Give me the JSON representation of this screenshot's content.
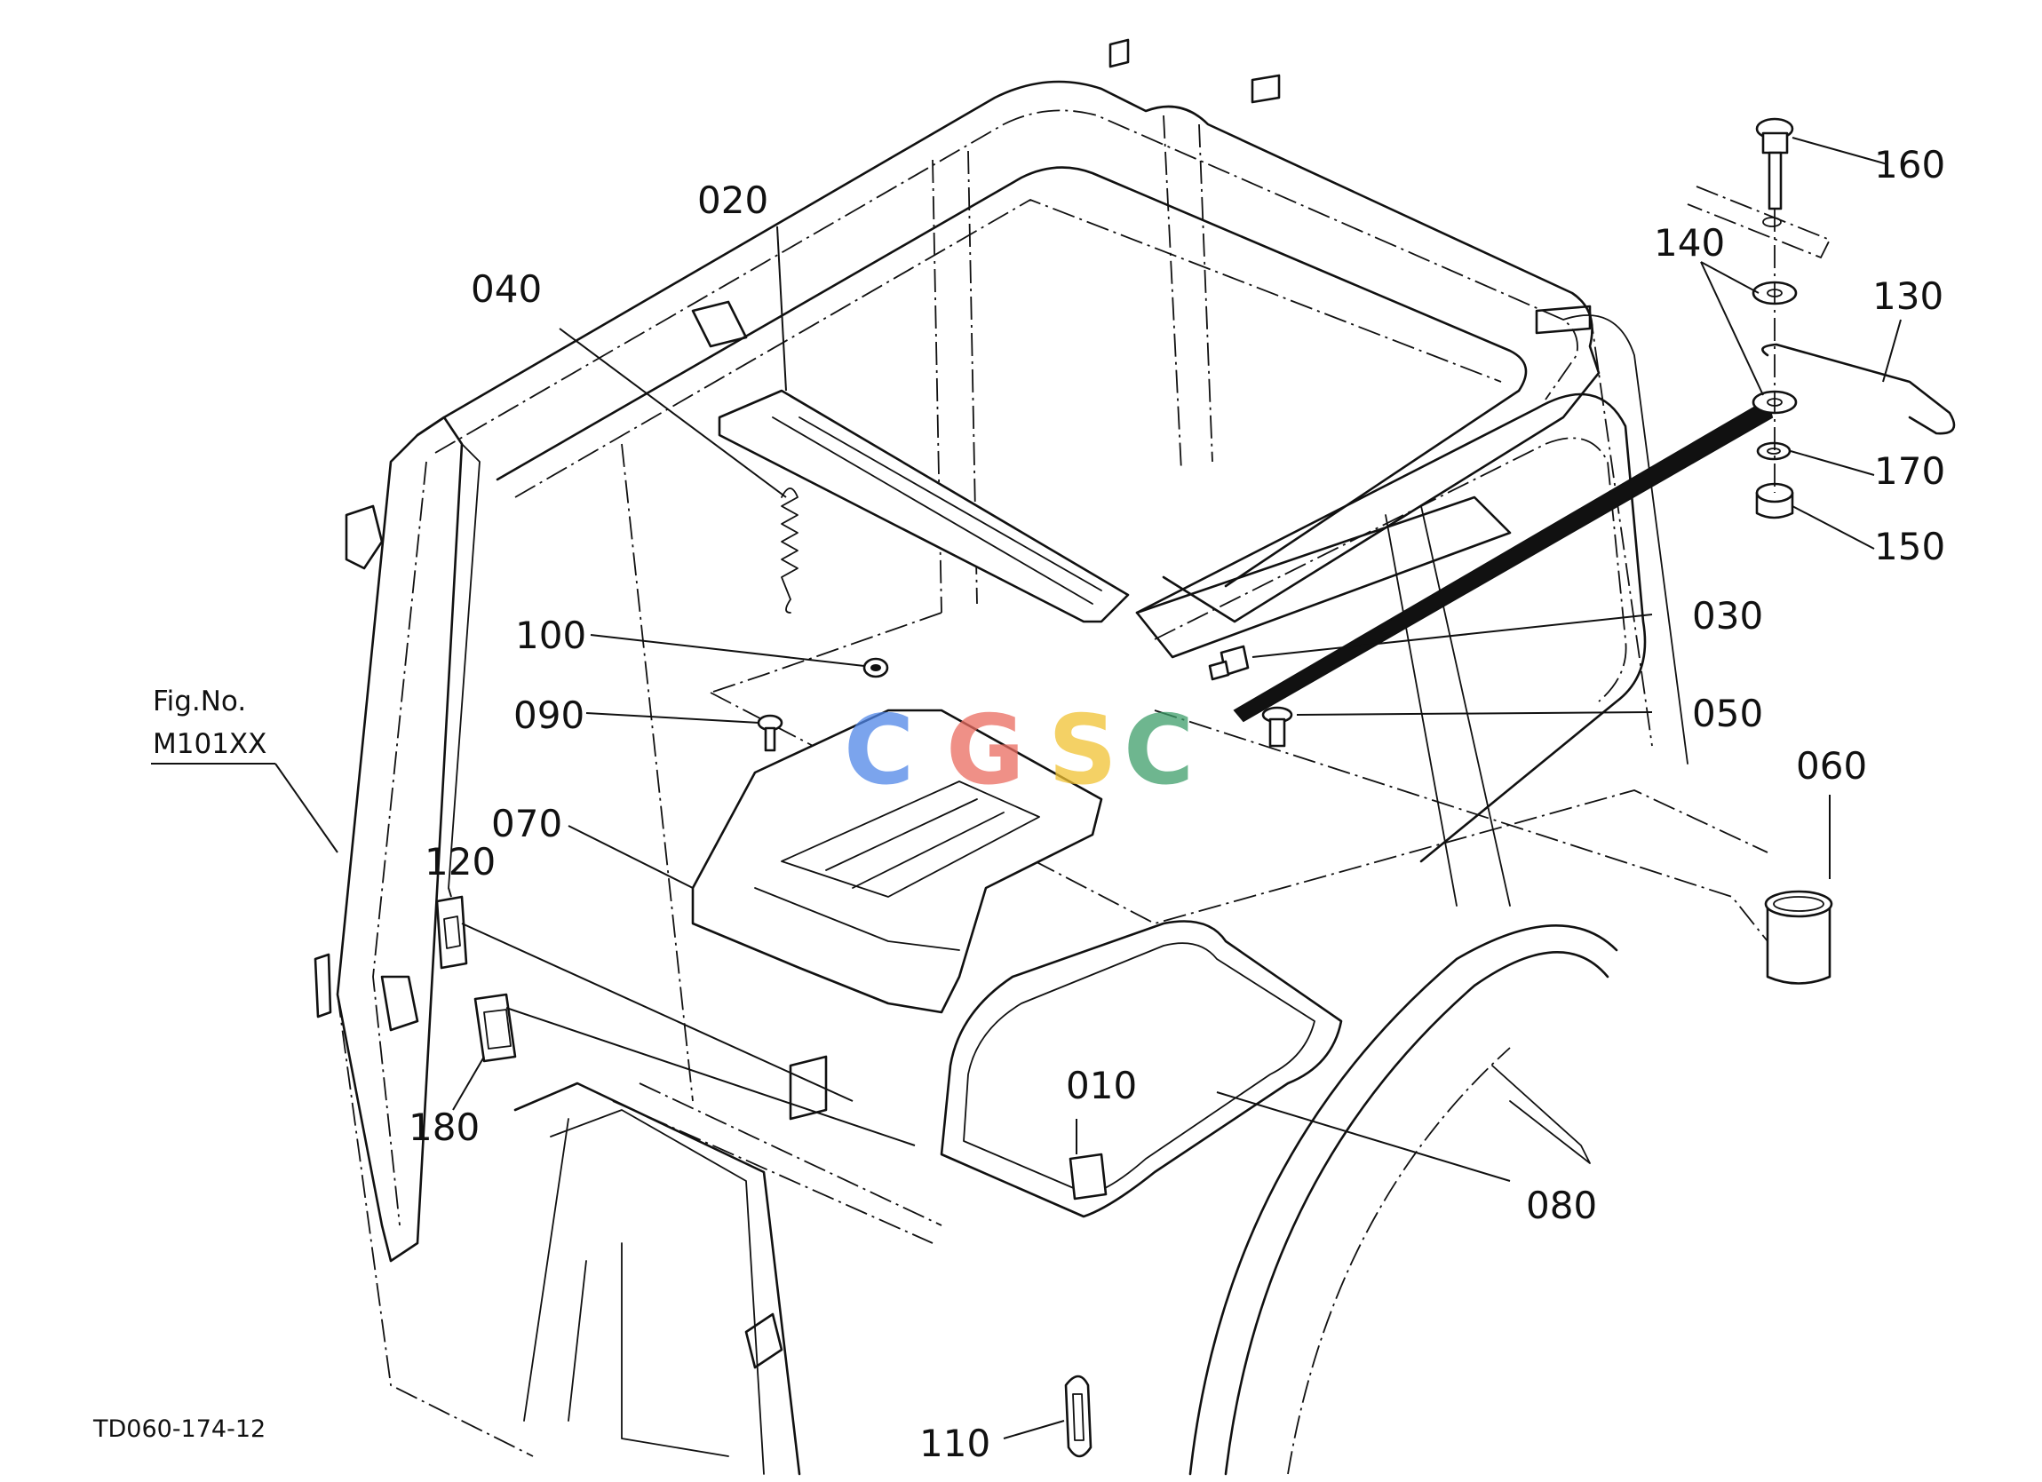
{
  "figure": {
    "ref_label": "Fig.No.",
    "ref_number": "M101XX",
    "drawing_code": "TD060-174-12"
  },
  "callouts": {
    "p010": "010",
    "p020": "020",
    "p030": "030",
    "p040": "040",
    "p050": "050",
    "p060": "060",
    "p070": "070",
    "p080": "080",
    "p090": "090",
    "p100": "100",
    "p110": "110",
    "p120": "120",
    "p130": "130",
    "p140": "140",
    "p150": "150",
    "p160": "160",
    "p170": "170",
    "p180": "180"
  },
  "watermark": {
    "letters": [
      "C",
      "G",
      "S",
      "C"
    ],
    "colors": [
      "#4f86e8",
      "#ea6b60",
      "#f1c232",
      "#3e9e6a"
    ]
  }
}
